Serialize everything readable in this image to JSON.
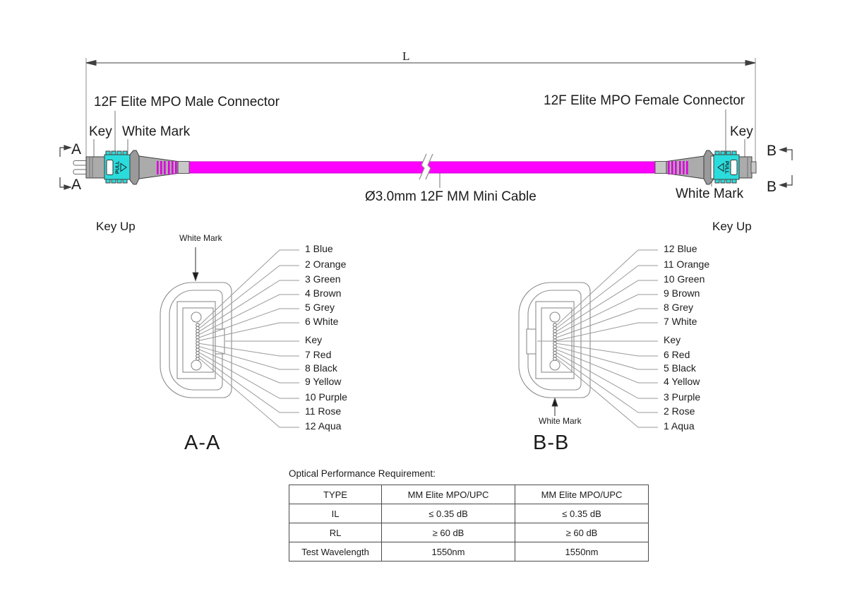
{
  "top_drawing": {
    "dimension_label": "L",
    "left_connector_label": "12F Elite MPO Male Connector",
    "right_connector_label": "12F Elite MPO Female Connector",
    "key_label_left": "Key",
    "key_label_right": "Key",
    "white_mark_left": "White Mark",
    "white_mark_right": "White Mark",
    "cable_label": "Ø3.0mm 12F MM Mini Cable",
    "pull_text": "PULL",
    "section_a": "A",
    "section_b": "B"
  },
  "aa_view": {
    "key_up": "Key Up",
    "white_mark": "White Mark",
    "title": "A-A",
    "labels": [
      "1 Blue",
      "2 Orange",
      "3 Green",
      "4 Brown",
      "5 Grey",
      "6 White",
      "Key",
      "7 Red",
      "8 Black",
      "9 Yellow",
      "10 Purple",
      "11 Rose",
      "12 Aqua"
    ]
  },
  "bb_view": {
    "key_up": "Key Up",
    "white_mark": "White Mark",
    "title": "B-B",
    "labels": [
      "12 Blue",
      "11 Orange",
      "10 Green",
      "9 Brown",
      "8 Grey",
      "7 White",
      "Key",
      "6 Red",
      "5 Black",
      "4 Yellow",
      "3 Purple",
      "2 Rose",
      "1 Aqua"
    ]
  },
  "perf_table": {
    "title": "Optical Performance Requirement:",
    "rows": [
      [
        "TYPE",
        "MM Elite MPO/UPC",
        "MM Elite MPO/UPC"
      ],
      [
        "IL",
        "≤ 0.35 dB",
        "≤ 0.35 dB"
      ],
      [
        "RL",
        "≥ 60 dB",
        "≥ 60 dB"
      ],
      [
        "Test Wavelength",
        "1550nm",
        "1550nm"
      ]
    ]
  },
  "colors": {
    "cable_magenta": "#FF00FF",
    "connector_cyan": "#2BDCDC",
    "body_grey": "#ABABAB",
    "line_grey": "#8C8C8C"
  }
}
